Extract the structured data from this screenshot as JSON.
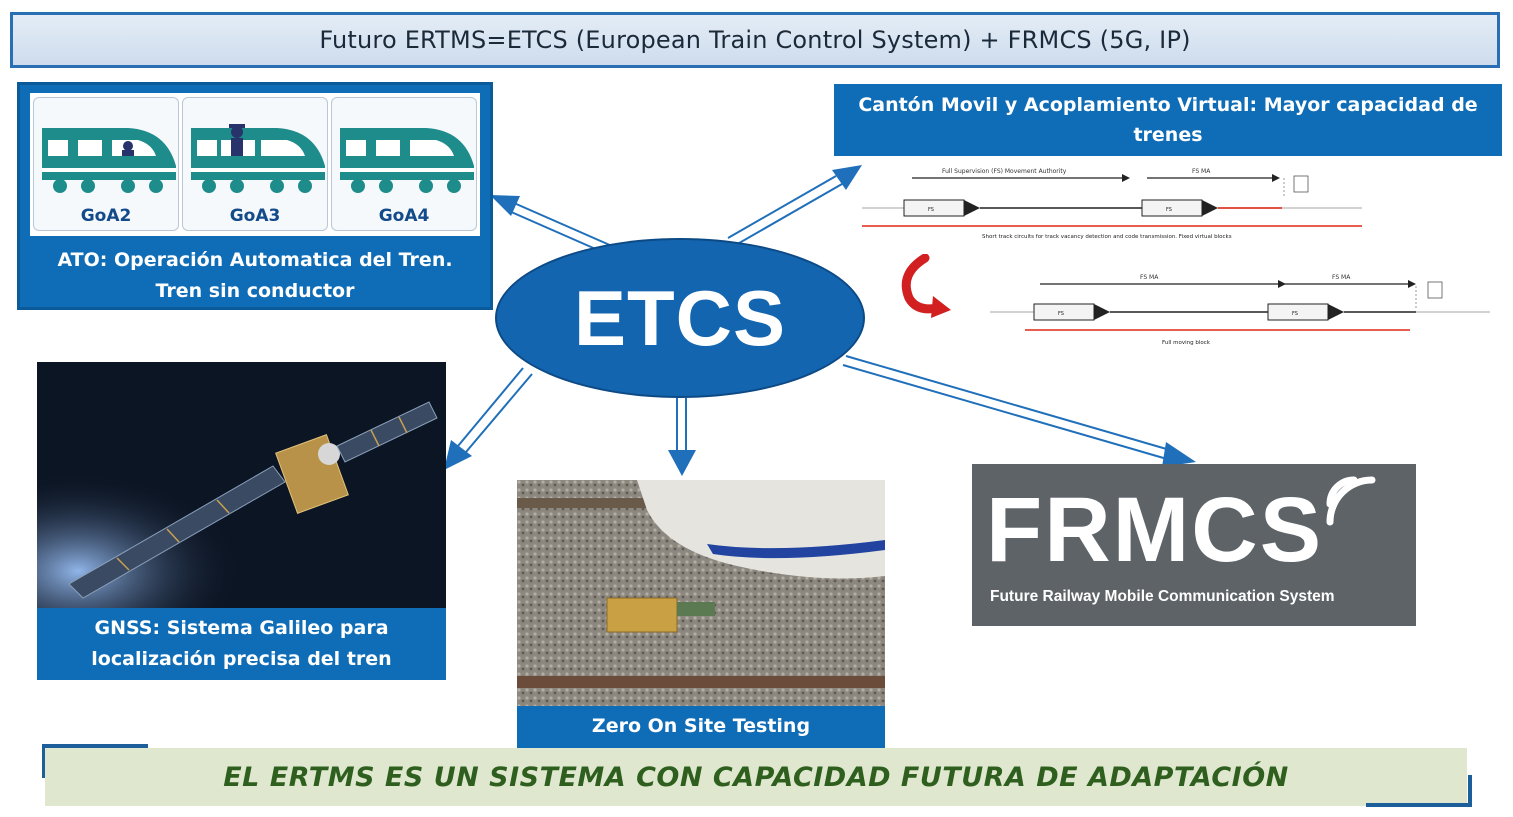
{
  "title": "Futuro ERTMS=ETCS (European Train Control System) + FRMCS (5G, IP)",
  "center": {
    "label": "ETCS"
  },
  "ato": {
    "levels": [
      "GoA2",
      "GoA3",
      "GoA4"
    ],
    "caption_line1": "ATO: Operación Automatica del Tren.",
    "caption_line2": "Tren sin conductor"
  },
  "canton": {
    "header_line1": "Cantón Movil y Acoplamiento Virtual: Mayor capacidad de",
    "header_line2": "trenes",
    "diagram1": {
      "arrow1_label": "Full Supervision (FS) Movement Authority",
      "arrow2_label": "FS MA",
      "train_label": "FS",
      "caption": "Short track circuits for track vacancy detection and code transmission. Fixed virtual blocks"
    },
    "diagram2": {
      "arrow1_label": "FS MA",
      "arrow2_label": "FS MA",
      "train_label": "FS",
      "caption": "Full moving block"
    }
  },
  "gnss": {
    "caption_line1": "GNSS: Sistema Galileo para",
    "caption_line2": "localización precisa del tren"
  },
  "zos": {
    "caption": "Zero On Site Testing"
  },
  "frmcs": {
    "logo_text": "FRMCS",
    "subtitle": "Future Railway Mobile Communication System"
  },
  "banner": "EL ERTMS ES UN SISTEMA CON CAPACIDAD FUTURA DE ADAPTACIÓN",
  "colors": {
    "panel_blue": "#0f6cb6",
    "etcs_blue": "#1465b0",
    "arrow_blue": "#1f6fba",
    "train_teal": "#1e8c8a",
    "frmcs_grey": "#5e6367",
    "banner_green_text": "#2f5f1e",
    "banner_bg": "#dfe8cf",
    "swap_arrow_red": "#d21f1f"
  }
}
